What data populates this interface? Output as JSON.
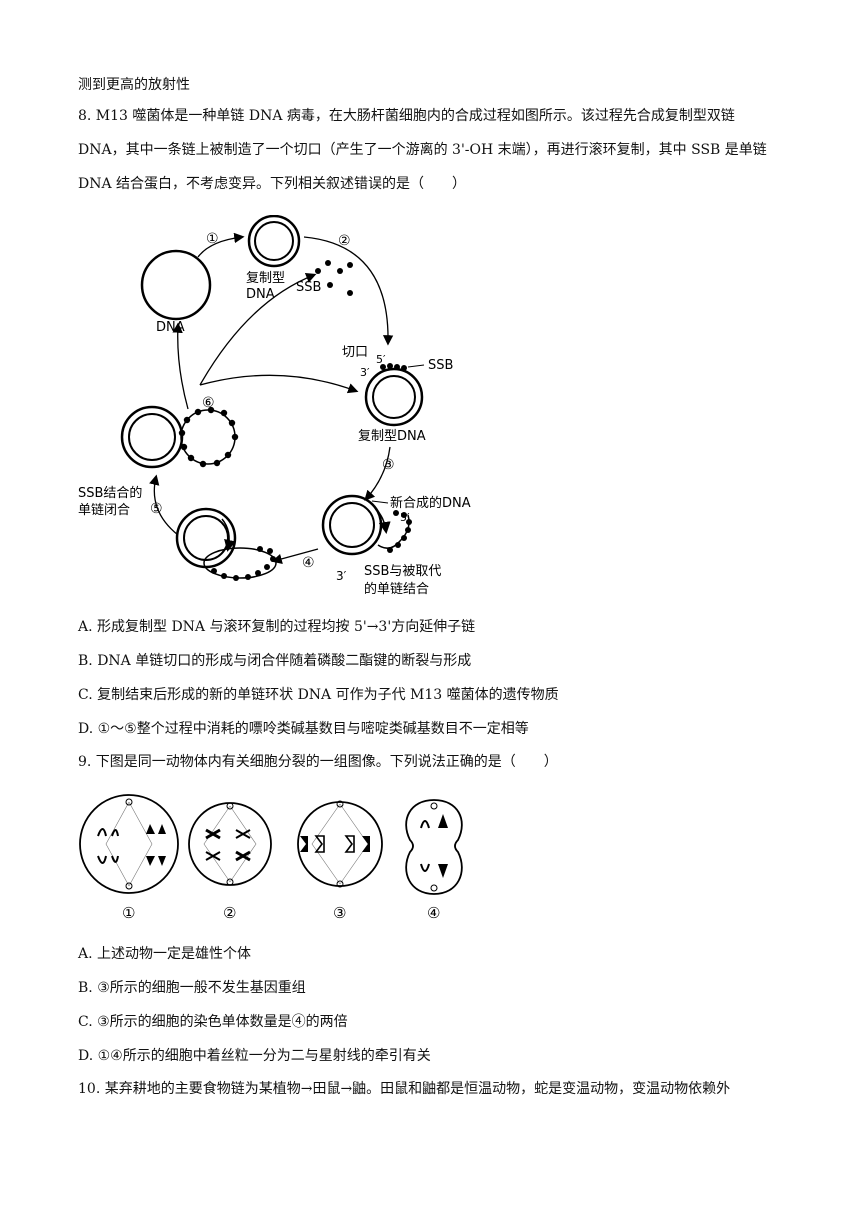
{
  "intro_line": "测到更高的放射性",
  "q8": {
    "stem": "8. M13 噬菌体是一种单链 DNA 病毒，在大肠杆菌细胞内的合成过程如图所示。该过程先合成复制型双链 DNA，其中一条链上被制造了一个切口（产生了一个游离的 3'-OH 末端），再进行滚环复制，其中 SSB 是单链 DNA 结合蛋白，不考虑变异。下列相关叙述错误的是（　　）",
    "diagram": {
      "labels": {
        "dna": "DNA",
        "replicative_dna_1": "复制型",
        "replicative_dna_2": "DNA",
        "ssb_top": "SSB",
        "nick": "切口",
        "five_prime_top": "5′",
        "three_prime_top": "3′",
        "ssb_right": "SSB",
        "replicative_dna": "复制型DNA",
        "new_dna": "新合成的DNA",
        "five_prime_mid": "5′",
        "three_prime_bottom": "3′",
        "ssb_bind_1": "SSB与被取代",
        "ssb_bind_2": "的单链结合",
        "ssb_close_1": "SSB结合的",
        "ssb_close_2": "单链闭合"
      },
      "steps": [
        "①",
        "②",
        "③",
        "④",
        "⑤",
        "⑥"
      ]
    },
    "options": [
      "A. 形成复制型 DNA 与滚环复制的过程均按 5'→3'方向延伸子链",
      "B. DNA 单链切口的形成与闭合伴随着磷酸二酯键的断裂与形成",
      "C. 复制结束后形成的新的单链环状 DNA 可作为子代 M13 噬菌体的遗传物质",
      "D. ①～⑤整个过程中消耗的嘌呤类碱基数目与嘧啶类碱基数目不一定相等"
    ]
  },
  "q9": {
    "stem": "9. 下图是同一动物体内有关细胞分裂的一组图像。下列说法正确的是（　　）",
    "cell_labels": [
      "①",
      "②",
      "③",
      "④"
    ],
    "options": [
      "A. 上述动物一定是雄性个体",
      "B. ③所示的细胞一般不发生基因重组",
      "C. ③所示的细胞的染色单体数量是④的两倍",
      "D. ①④所示的细胞中着丝粒一分为二与星射线的牵引有关"
    ]
  },
  "q10": {
    "stem": "10. 某弃耕地的主要食物链为某植物→田鼠→鼬。田鼠和鼬都是恒温动物，蛇是变温动物，变温动物依赖外"
  }
}
